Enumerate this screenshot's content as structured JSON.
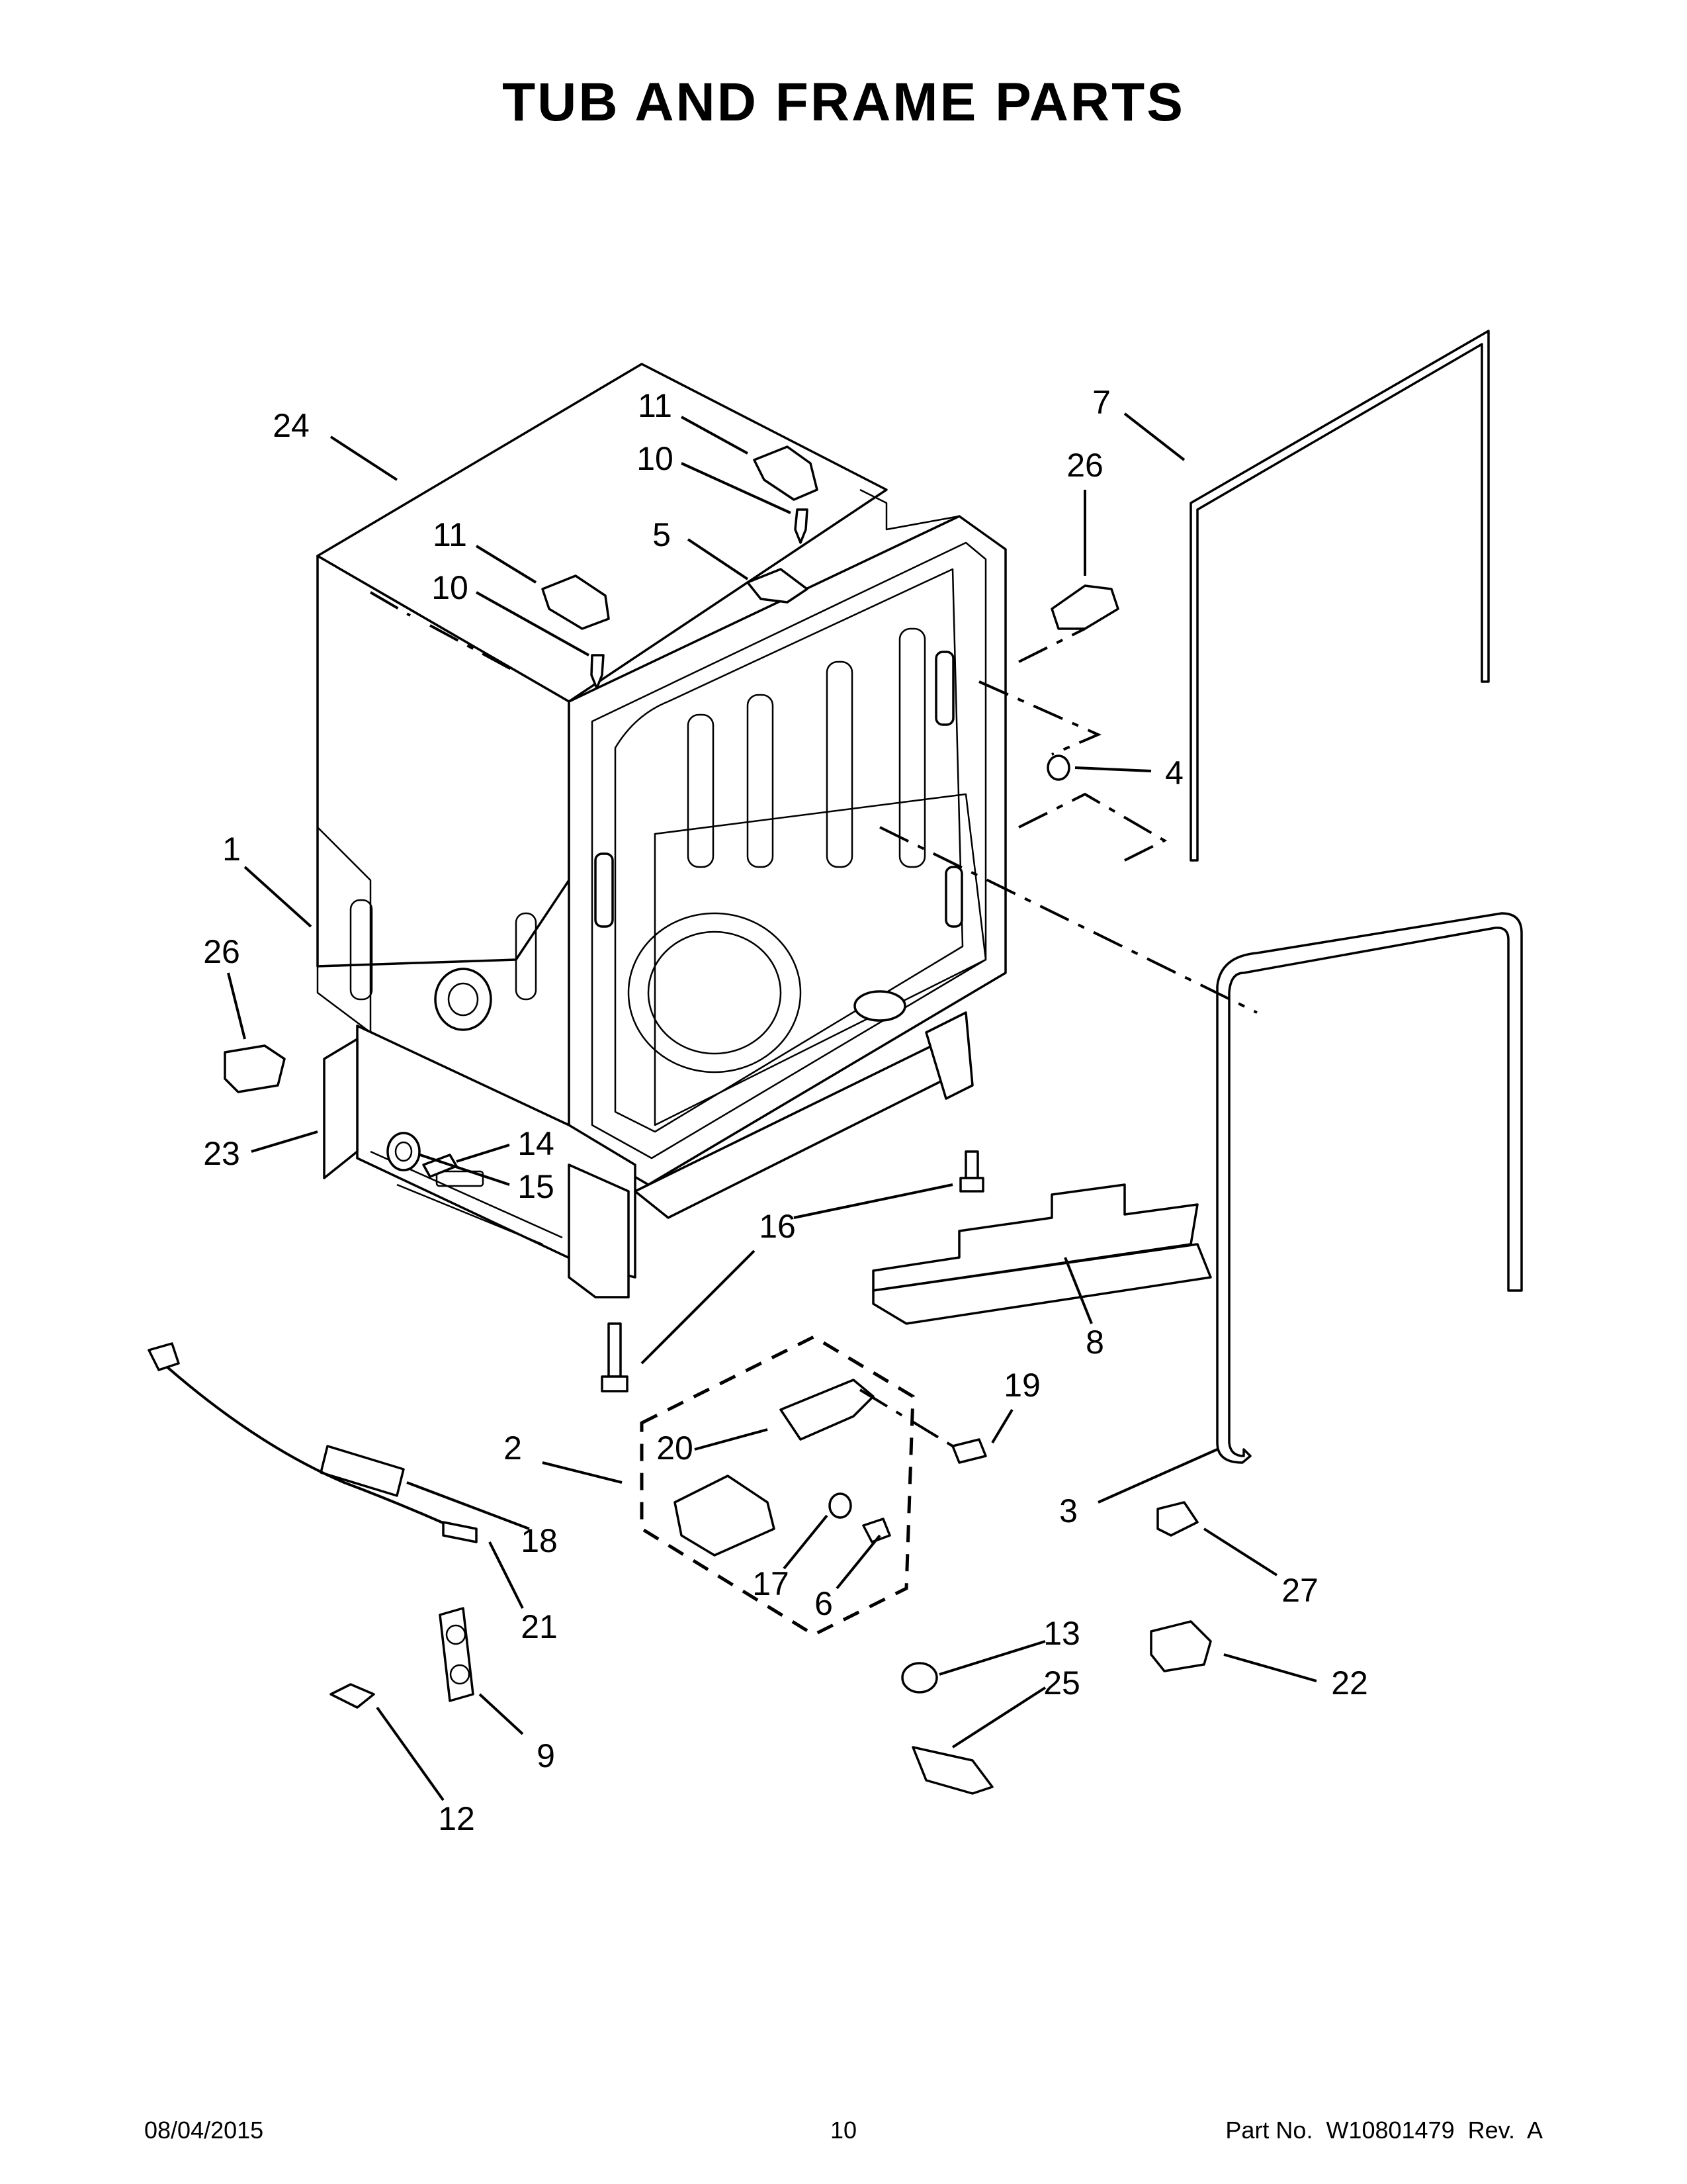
{
  "page": {
    "title": "TUB AND FRAME PARTS",
    "footer": {
      "date": "08/04/2015",
      "page_number": "10",
      "part_number": "Part No.  W10801479  Rev.  A"
    }
  },
  "callouts": [
    {
      "id": "c24a",
      "label": "24"
    },
    {
      "id": "c11a",
      "label": "11"
    },
    {
      "id": "c10a",
      "label": "10"
    },
    {
      "id": "c7",
      "label": "7"
    },
    {
      "id": "c26a",
      "label": "26"
    },
    {
      "id": "c11b",
      "label": "11"
    },
    {
      "id": "c5",
      "label": "5"
    },
    {
      "id": "c10b",
      "label": "10"
    },
    {
      "id": "c4",
      "label": "4"
    },
    {
      "id": "c1",
      "label": "1"
    },
    {
      "id": "c26b",
      "label": "26"
    },
    {
      "id": "c14",
      "label": "14"
    },
    {
      "id": "c23",
      "label": "23"
    },
    {
      "id": "c15",
      "label": "15"
    },
    {
      "id": "c16",
      "label": "16"
    },
    {
      "id": "c8",
      "label": "8"
    },
    {
      "id": "c19",
      "label": "19"
    },
    {
      "id": "c2",
      "label": "2"
    },
    {
      "id": "c20",
      "label": "20"
    },
    {
      "id": "c18",
      "label": "18"
    },
    {
      "id": "c3",
      "label": "3"
    },
    {
      "id": "c17",
      "label": "17"
    },
    {
      "id": "c6",
      "label": "6"
    },
    {
      "id": "c27",
      "label": "27"
    },
    {
      "id": "c21",
      "label": "21"
    },
    {
      "id": "c13",
      "label": "13"
    },
    {
      "id": "c25",
      "label": "25"
    },
    {
      "id": "c22",
      "label": "22"
    },
    {
      "id": "c9",
      "label": "9"
    },
    {
      "id": "c12",
      "label": "12"
    }
  ]
}
